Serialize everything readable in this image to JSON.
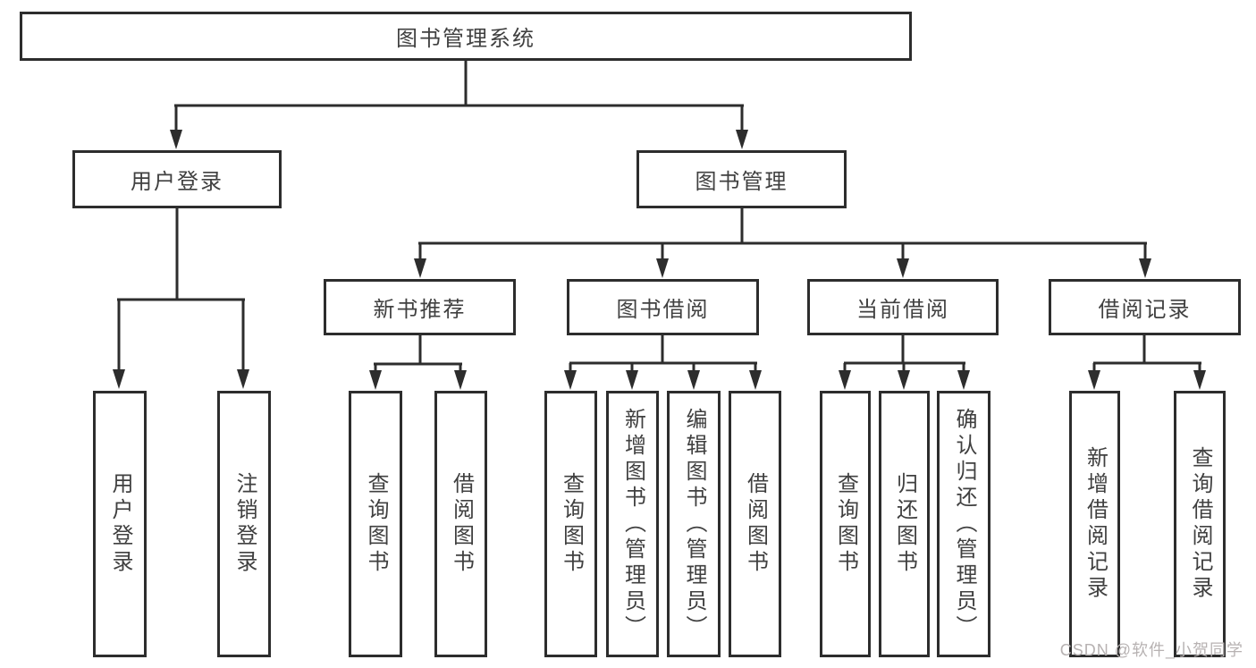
{
  "diagram": {
    "root": "图书管理系统",
    "children": [
      {
        "label": "用户登录",
        "leaves": [
          "用户登录",
          "注销登录"
        ]
      },
      {
        "label": "图书管理",
        "children": [
          {
            "label": "新书推荐",
            "leaves": [
              "查询图书",
              "借阅图书"
            ]
          },
          {
            "label": "图书借阅",
            "leaves": [
              "查询图书",
              "新增图书（管理员）",
              "编辑图书（管理员）",
              "借阅图书"
            ]
          },
          {
            "label": "当前借阅",
            "leaves": [
              "查询图书",
              "归还图书",
              "确认归还（管理员）"
            ]
          },
          {
            "label": "借阅记录",
            "leaves": [
              "新增借阅记录",
              "查询借阅记录"
            ]
          }
        ]
      }
    ]
  },
  "watermark": "CSDN @软件_小贺同学",
  "colors": {
    "line": "#2d2d2d",
    "box_border": "#2d2d2d",
    "text": "#404040",
    "watermark_text": "#b7b2b2",
    "background": "#ffffff"
  }
}
